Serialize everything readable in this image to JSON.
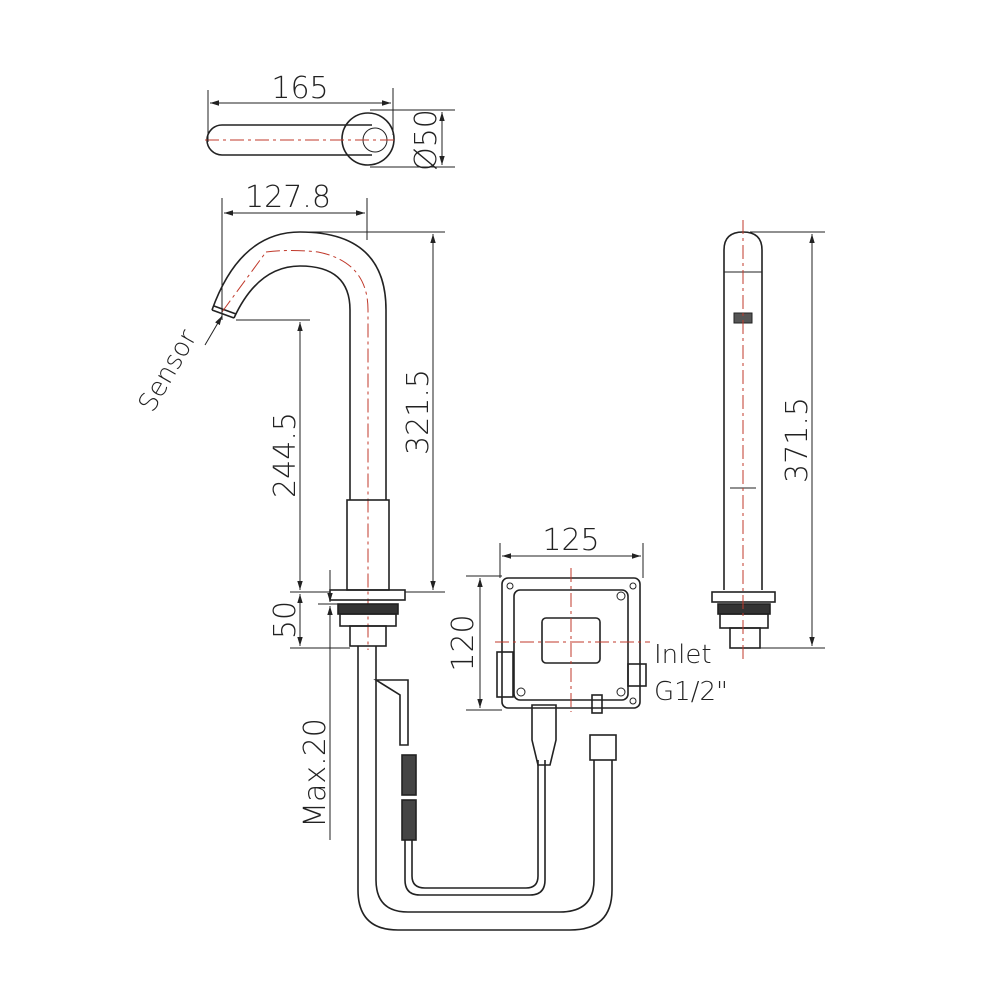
{
  "dimensions": {
    "top_length": "165",
    "top_diameter": "Ø50",
    "spout_reach": "127.8",
    "spout_height": "321.5",
    "outlet_height": "244.5",
    "base_height": "50",
    "max_deck_thickness": "Max.20",
    "side_height": "371.5",
    "box_width": "125",
    "box_height": "120"
  },
  "labels": {
    "sensor": "Sensor",
    "inlet": "Inlet",
    "inlet_thread": "G1/2\""
  },
  "colors": {
    "outline": "#222222",
    "centerline": "#c0392b"
  }
}
